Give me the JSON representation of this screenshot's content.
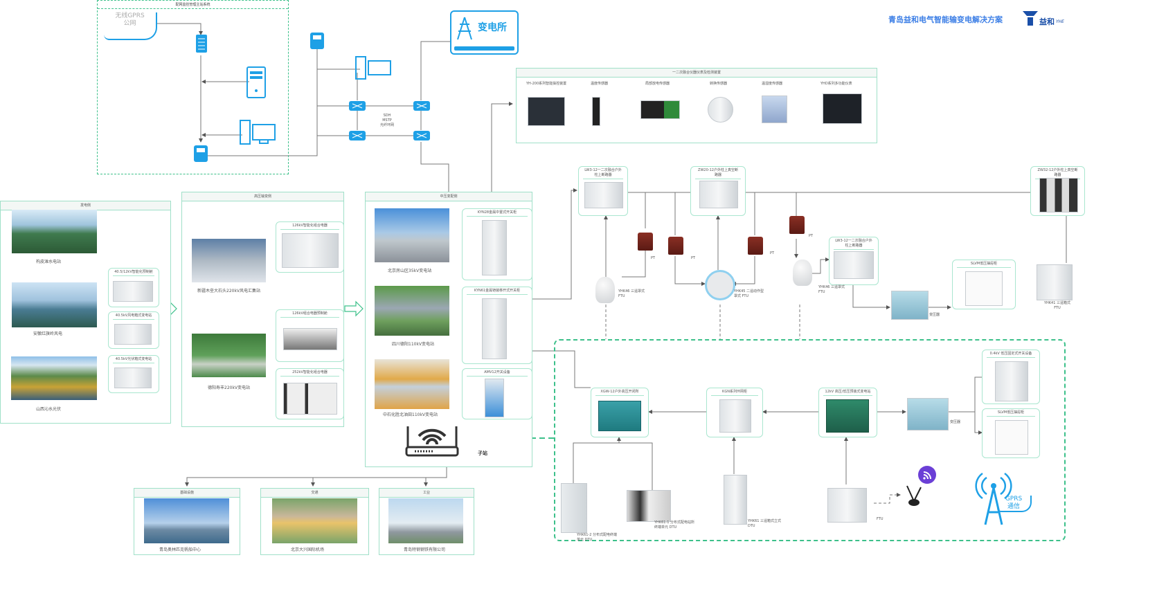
{
  "header": {
    "title": "青岛益和电气智能输变电解决方案",
    "logo_text": "益和",
    "logo_sub": "YHE"
  },
  "master_station": {
    "title": "配网监控管理主站系统",
    "cloud_label_line1": "无线GPRS",
    "cloud_label_line2": "公网",
    "network_label_line1": "SDH",
    "network_label_line2": "MSTP",
    "network_label_line3": "光纤环网"
  },
  "substation": {
    "label": "变电所"
  },
  "secondary": {
    "title": "一二次融合仪器仪表及检测装置",
    "items": [
      {
        "label": "YH-200系列智能操控装置"
      },
      {
        "label": "温度传感器"
      },
      {
        "label": "局部放电传感器"
      },
      {
        "label": "转换传感器"
      },
      {
        "label": "温湿度传感器"
      },
      {
        "label": "YHD系列多功能仪表"
      }
    ]
  },
  "generation": {
    "title": "发电侧",
    "sites": [
      {
        "label": "构皮滩水电站"
      },
      {
        "label": "安徽红旗岭风电"
      },
      {
        "label": "山西沁水光伏"
      }
    ],
    "products": [
      {
        "label": "40.5/12kV智能化预制舱"
      },
      {
        "label": "40.5kV风电箱式变电站"
      },
      {
        "label": "40.5kV光伏箱式变电站"
      }
    ]
  },
  "high_voltage": {
    "title": "高压输变侧",
    "sites": [
      {
        "label": "新疆木垒大石头220kV风电汇集站"
      },
      {
        "label": "德阳寿丰220kV变电站"
      }
    ],
    "products": [
      {
        "label": "126kV智能化组合电器"
      },
      {
        "label": "126kV组合电器预制舱"
      },
      {
        "label": "252kV智能化组合电器"
      }
    ]
  },
  "medium_voltage": {
    "title": "中压变配侧",
    "sites": [
      {
        "label": "北京房山区35kV变电站"
      },
      {
        "label": "四川德阳110kV变电站"
      },
      {
        "label": "中石化胜北油田110kV变电站"
      }
    ],
    "products": [
      {
        "label": "KYN28金属中置式开关柜"
      },
      {
        "label": "KYN61金属铠装移开式开关柜"
      },
      {
        "label": "AMV12开关设备"
      }
    ],
    "substation_label": "子站"
  },
  "applications": [
    {
      "title": "基础设施",
      "label": "青岛奥林匹克帆船中心"
    },
    {
      "title": "交通",
      "label": "北京大兴国际机场"
    },
    {
      "title": "工业",
      "label": "青岛特钢钢铁有限公司"
    }
  ],
  "overhead": {
    "breaker1": "LW3-12一二次融合户外柱上断路器",
    "breaker2": "ZW20-12户外柱上真空断路器",
    "breaker3": "LW3-12一二次融合户外柱上断路器",
    "breaker4": "ZW32-12户外柱上真空断路器",
    "pt": "PT",
    "ftu1": "YHK46 三遥罩式 FTU",
    "ftu2": "YHK45 二遥动作型罩式 FTU",
    "ftu3": "YHK46 三遥罩式 FTU",
    "ftu4": "YHK41 三遥箱式 FTU",
    "transformer": "变压器",
    "slvm": "SLVM低压抽屉柜"
  },
  "distribution": {
    "xgw": "XGW-12户外高压开闭所",
    "kgn": "KGN系列环网柜",
    "prefab": "12kV 高压/低压预装式变电站",
    "transformer": "变压器",
    "low_fixed": "0.4kV 低压固定式开关设备",
    "slvm": "SLVM低压抽屉柜",
    "dtu1": "YHK61-2 分布式配电终端单元 DTU",
    "dtu2": "YHK61-1 分布式配电站所终端单元 DTU",
    "dtu3": "YHK61 三遥箱式立式 DTU",
    "ftu": "FTU",
    "gprs_line1": "GPRS",
    "gprs_line2": "通信"
  },
  "colors": {
    "accent": "#3cc08a",
    "panel_border": "#9fe0c8",
    "icon_blue": "#1ea0e6",
    "title_blue": "#3d7fe6",
    "wifi_purple": "#6b3fd6"
  }
}
